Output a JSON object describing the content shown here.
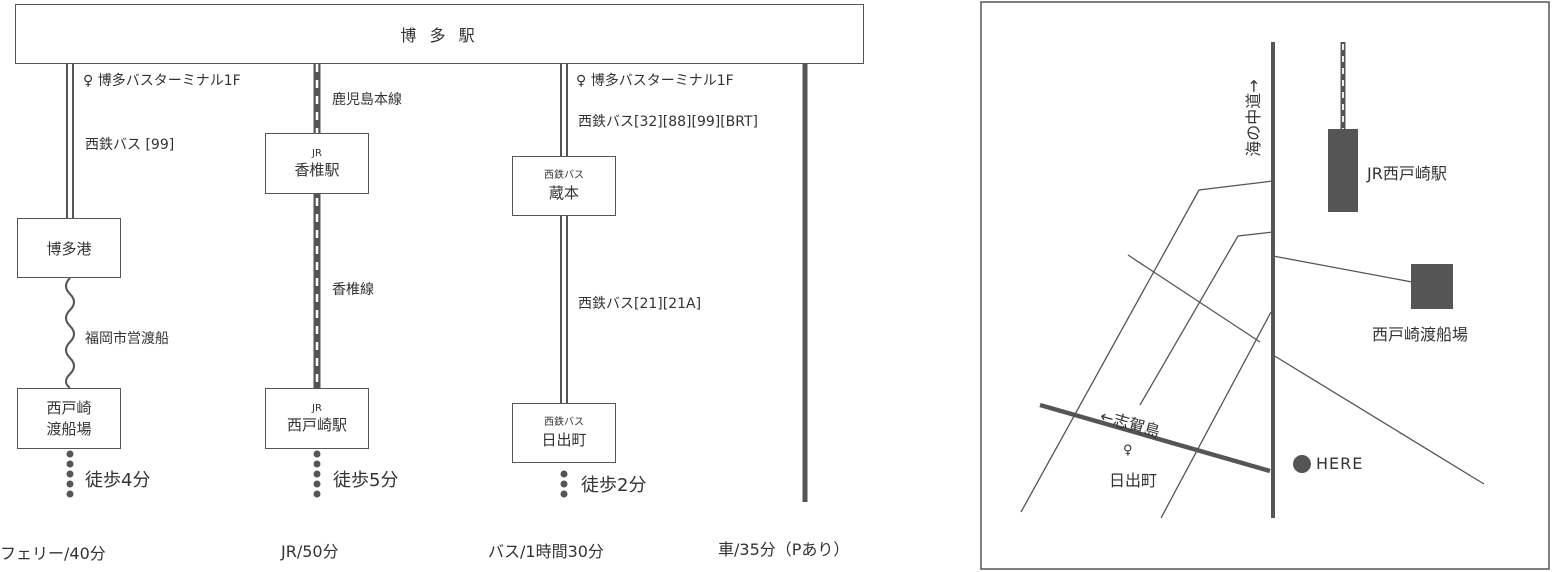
{
  "routes": {
    "origin": "博 多 駅",
    "ferry": {
      "stop_label": "♀ 博多バスターミナル1F",
      "bus_line": "西鉄バス [99]",
      "transfer": "博多港",
      "ferry_line": "福岡市営渡船",
      "terminal_line1": "西戸崎",
      "terminal_line2": "渡船場",
      "walk": "徒歩4分",
      "summary": "フェリー/40分"
    },
    "jr": {
      "line1": "鹿児島本線",
      "transfer_small": "JR",
      "transfer": "香椎駅",
      "line2": "香椎線",
      "terminal_small": "JR",
      "terminal": "西戸崎駅",
      "walk": "徒歩5分",
      "summary": "JR/50分"
    },
    "bus": {
      "stop_label": "♀ 博多バスターミナル1F",
      "bus_line1": "西鉄バス[32][88][99][BRT]",
      "transfer_small": "西鉄バス",
      "transfer": "蔵本",
      "bus_line2": "西鉄バス[21][21A]",
      "terminal_small": "西鉄バス",
      "terminal": "日出町",
      "walk": "徒歩2分",
      "summary": "バス/1時間30分"
    },
    "car": {
      "summary": "車/35分（Pあり）"
    }
  },
  "map": {
    "road_label": "海の中道→",
    "station_label": "JR西戸崎駅",
    "ferry_label": "西戸崎渡船場",
    "shika_label": "←志賀島",
    "bus_stop_icon": "♀",
    "bus_stop_label": "日出町",
    "here_label": "HERE"
  },
  "colors": {
    "line": "#555555",
    "building": "#555555",
    "box_border": "#555555"
  }
}
